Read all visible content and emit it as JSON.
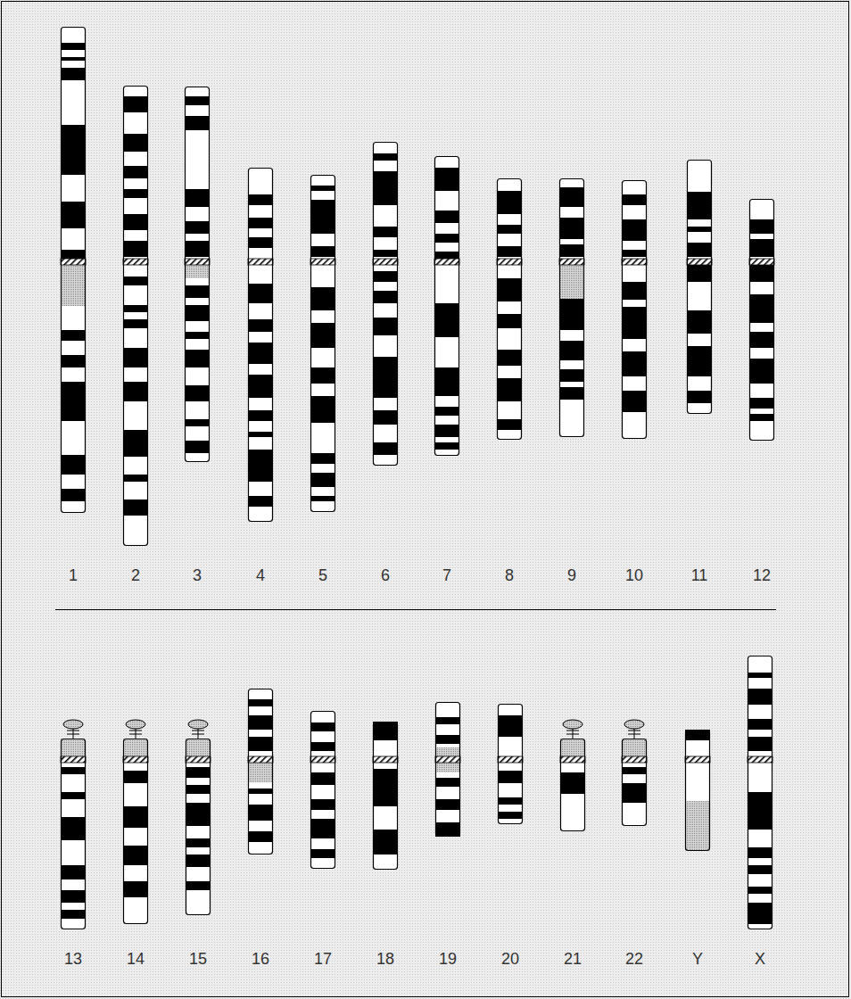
{
  "diagram": {
    "labels": [
      "1",
      "2",
      "3",
      "4",
      "5",
      "6",
      "7",
      "8",
      "9",
      "10",
      "11",
      "12",
      "13",
      "14",
      "15",
      "16",
      "17",
      "18",
      "19",
      "20",
      "21",
      "22",
      "Y",
      "X"
    ]
  }
}
